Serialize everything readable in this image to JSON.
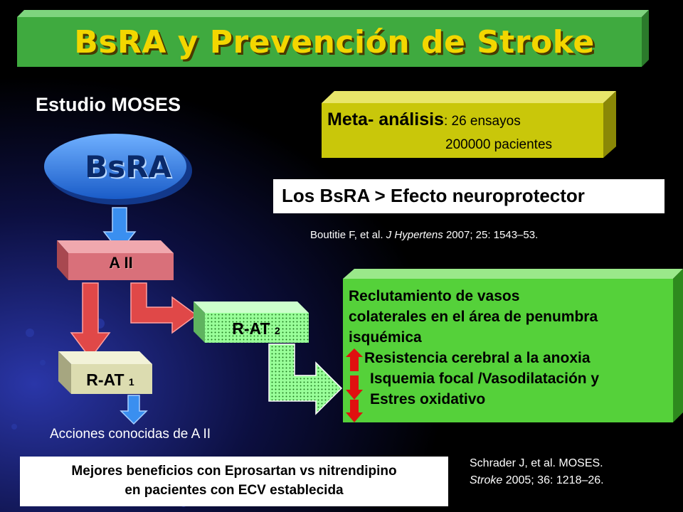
{
  "title": "BsRA y Prevención de Stroke",
  "study_label": "Estudio MOSES",
  "drug_label": "BsRA",
  "meta_analysis": {
    "label": "Meta- análisis",
    "trials": ": 26 ensayos",
    "patients": "200000 pacientes"
  },
  "effect_statement": "Los BsRA > Efecto neuroprotector",
  "reference_1": {
    "authors": "Boutitie F, et al. ",
    "journal": "J Hypertens",
    "details": " 2007; 25: 1543–53."
  },
  "angiotensin_label": "A II",
  "receptor_2": {
    "label": "R-AT ",
    "sub": "2"
  },
  "receptor_1": {
    "label": "R-AT ",
    "sub": "1"
  },
  "effects": [
    "Reclutamiento de vasos",
    "colaterales en el área de penumbra",
    "isquémica",
    "Resistencia cerebral a la anoxia",
    "Isquemia focal /Vasodilatación y",
    "Estres oxidativo"
  ],
  "actions_note": "Acciones  conocidas de A II",
  "conclusion": {
    "line1": "Mejores beneficios con Eprosartan vs nitrendipino",
    "line2": "en pacientes con ECV  establecida"
  },
  "reference_2": {
    "line1": "Schrader J, et al. MOSES.",
    "journal": "Stroke",
    "details": " 2005; 36: 1218–26."
  },
  "colors": {
    "title_bar": "#3faa3f",
    "title_text": "#f3d600",
    "meta_box": "#c9c70a",
    "effects_box": "#55d13a",
    "receptor_2_box": "#99ff99",
    "receptor_1_box": "#dcdcb0",
    "angiotensin_box": "#d9707a",
    "drug_ellipse": "#2f7fe0",
    "arrow_red": "#e04848",
    "arrow_blue": "#3a8ff0"
  }
}
